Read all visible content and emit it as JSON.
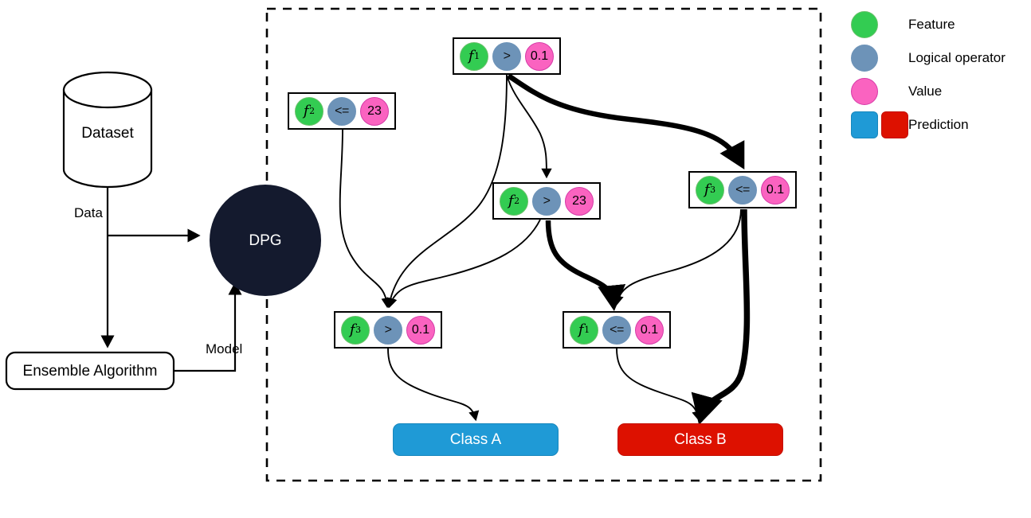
{
  "pipeline": {
    "dataset_label": "Dataset",
    "data_edge_label": "Data",
    "dpg_label": "DPG",
    "model_edge_label": "Model",
    "ensemble_label": "Ensemble Algorithm",
    "dpg_color": "#141a2e"
  },
  "legend": {
    "items": [
      {
        "label": "Feature",
        "kind": "circle",
        "colors": [
          "#33cc52"
        ]
      },
      {
        "label": "Logical operator",
        "kind": "circle",
        "colors": [
          "#6d93b8"
        ]
      },
      {
        "label": "Value",
        "kind": "circle",
        "colors": [
          "#fa63c0"
        ]
      },
      {
        "label": "Prediction",
        "kind": "square",
        "colors": [
          "#1f9ad6",
          "#dd1100"
        ]
      }
    ]
  },
  "tree": {
    "nodes": [
      {
        "id": "root",
        "feature": "f",
        "sub": "1",
        "operator": ">",
        "value": "0.1"
      },
      {
        "id": "n_f2le23",
        "feature": "f",
        "sub": "2",
        "operator": "<=",
        "value": "23"
      },
      {
        "id": "n_f2gt23",
        "feature": "f",
        "sub": "2",
        "operator": ">",
        "value": "23"
      },
      {
        "id": "n_f3le01",
        "feature": "f",
        "sub": "3",
        "operator": "<=",
        "value": "0.1"
      },
      {
        "id": "n_f3gt01",
        "feature": "f",
        "sub": "3",
        "operator": ">",
        "value": "0.1"
      },
      {
        "id": "n_f1le01",
        "feature": "f",
        "sub": "1",
        "operator": "<=",
        "value": "0.1"
      }
    ],
    "predictions": [
      {
        "id": "class_a",
        "label": "Class A",
        "fill": "#1f9ad6",
        "stroke": "#1787bd"
      },
      {
        "id": "class_b",
        "label": "Class B",
        "fill": "#dd1100",
        "stroke": "#c40f00"
      }
    ]
  }
}
